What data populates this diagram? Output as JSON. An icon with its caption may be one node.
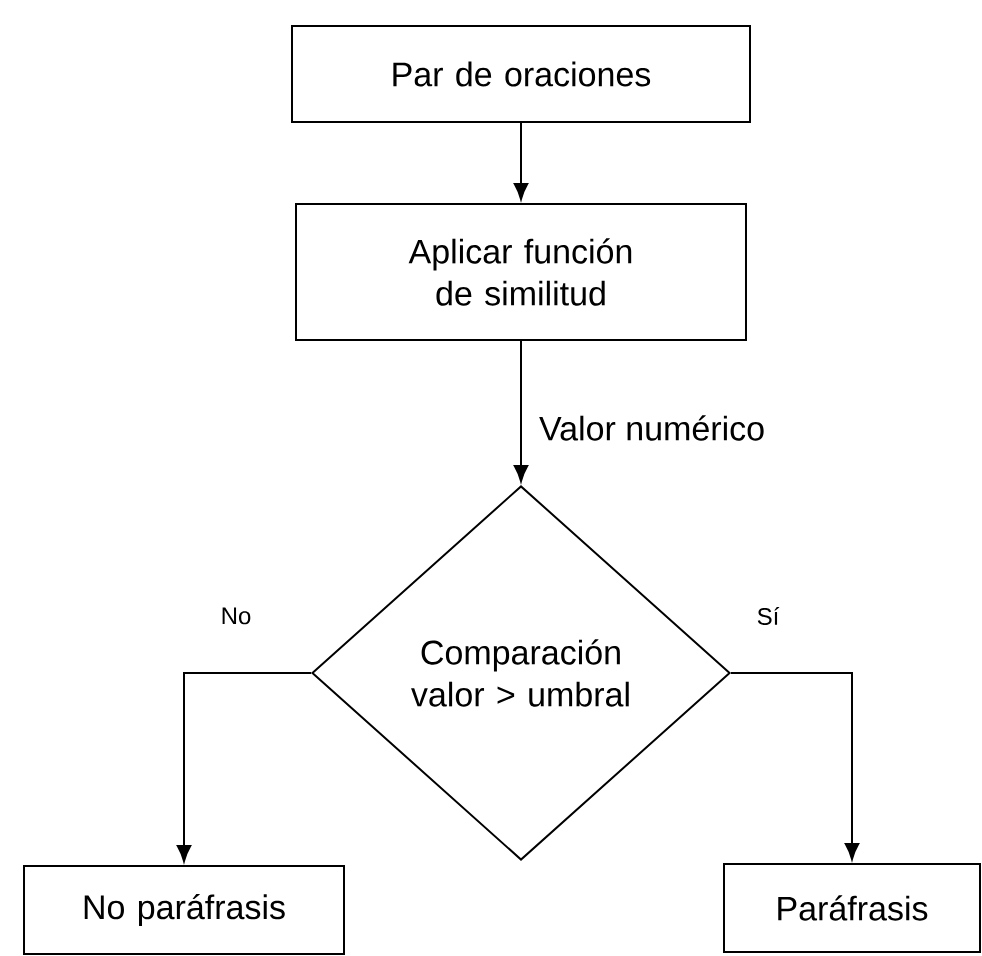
{
  "diagram": {
    "nodes": [
      {
        "text": [
          "Par de oraciones"
        ]
      },
      {
        "text": [
          "Aplicar función de similitud"
        ]
      },
      {
        "text": [
          "Comparación valor > umbral"
        ]
      },
      {
        "text": [
          "No paráfrasis"
        ]
      },
      {
        "text": [
          "Paráfrasis"
        ]
      }
    ],
    "edges": [
      {
        "from": 0,
        "to": 1,
        "arrow": "to"
      },
      {
        "from": 1,
        "to": 2,
        "arrow": "to",
        "label": "Valor numérico"
      },
      {
        "from": 2,
        "to": 3,
        "arrow": "to",
        "label": "No"
      },
      {
        "from": 2,
        "to": 4,
        "arrow": "to",
        "label": "Sí"
      }
    ]
  }
}
